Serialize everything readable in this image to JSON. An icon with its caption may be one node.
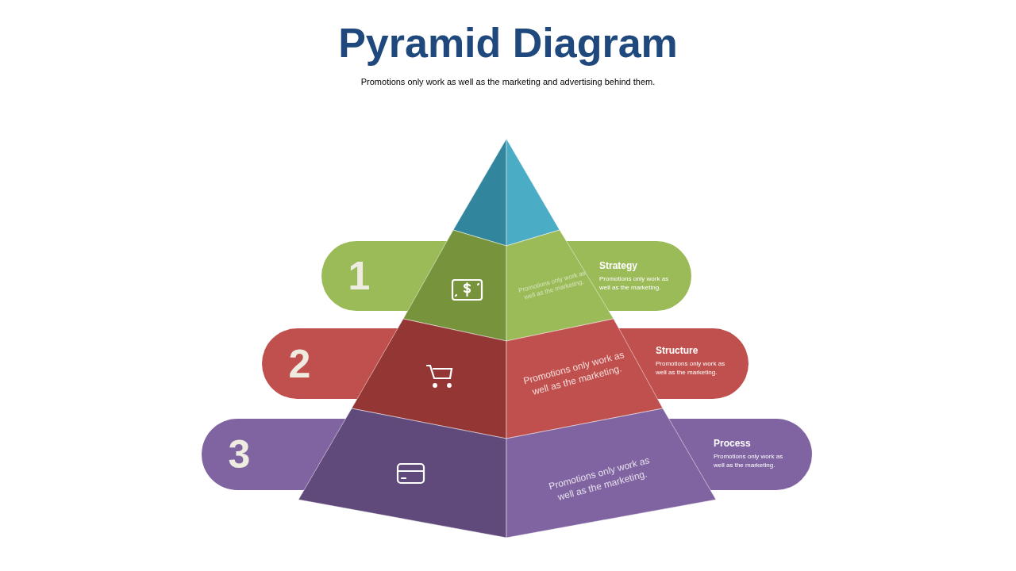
{
  "diagram": {
    "title": "Pyramid Diagram",
    "caption": "Promotions only work as well as the marketing and advertising behind them.",
    "nodes": [
      {
        "text": [
          "1",
          "Strategy",
          "Promotions only work as well as the marketing."
        ]
      },
      {
        "text": [
          "Promotions only work as well as the marketing."
        ]
      },
      {
        "text": [
          "2",
          "Structure",
          "Promotions only work as well as the marketing."
        ]
      },
      {
        "text": [
          "Promotions only work as well as the marketing."
        ]
      },
      {
        "text": [
          "3",
          "Process",
          "Promotions only work as well as the marketing."
        ]
      },
      {
        "text": [
          "Promotions only work as well as the marketing."
        ]
      }
    ],
    "edges": []
  }
}
